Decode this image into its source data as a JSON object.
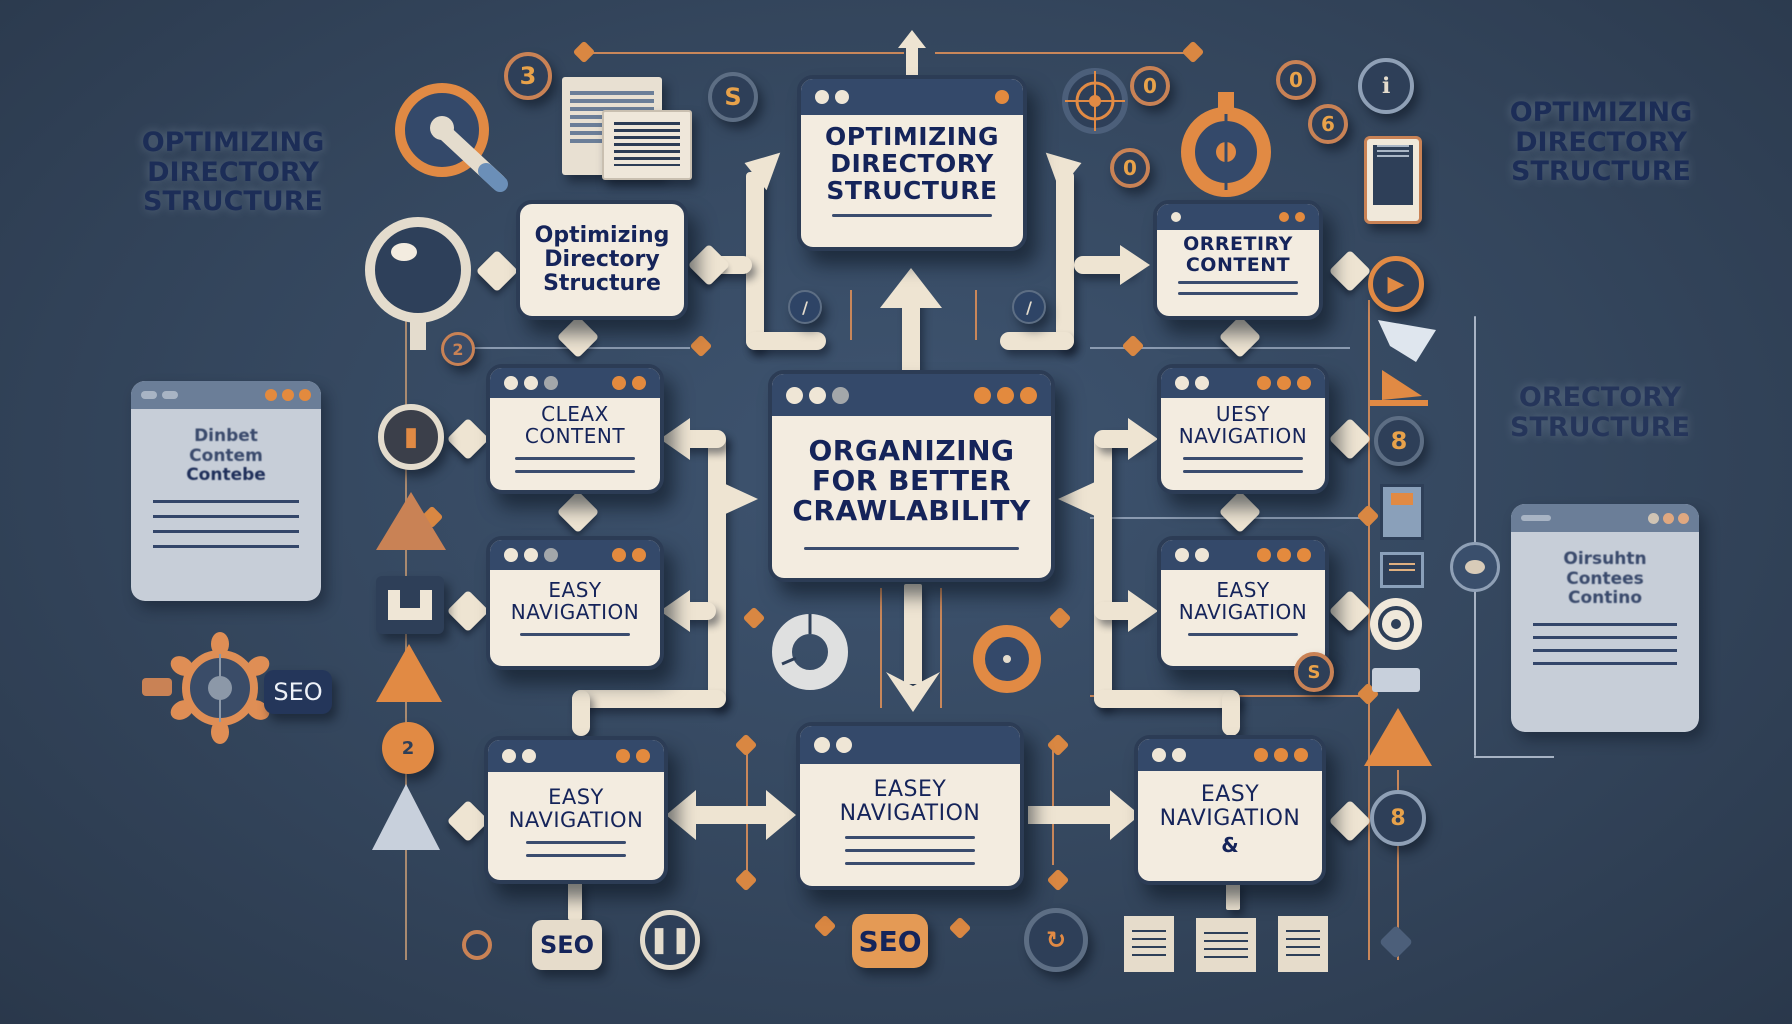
{
  "diagram": {
    "title": "Optimizing Directory Structure",
    "center_node": {
      "label": "Organizing for Better Crawlability"
    },
    "nodes": [
      {
        "id": "top-center",
        "label": "Optimizing Directory Structure"
      },
      {
        "id": "top-left",
        "label": "Optimizing Directory Structure"
      },
      {
        "id": "top-right",
        "label": "Orretiry Content"
      },
      {
        "id": "mid-left-1",
        "label": "Cleax Content"
      },
      {
        "id": "mid-right-1",
        "label": "Uesy Navigation"
      },
      {
        "id": "mid-left-2",
        "label": "Easy Navigation"
      },
      {
        "id": "mid-right-2",
        "label": "Easy Navigation"
      },
      {
        "id": "bottom-left",
        "label": "Easy Navigation"
      },
      {
        "id": "bottom-center",
        "label": "Easey Navigation"
      },
      {
        "id": "bottom-right",
        "label": "Easy Navigation",
        "sublabel": "&"
      }
    ],
    "side_left": {
      "title": "Optimizing Directory Structure",
      "card_text": [
        "Dinbet",
        "Contem",
        "Contebe"
      ],
      "seo_tag": "SEO"
    },
    "side_right": {
      "title": "Optimizing Directory Structure",
      "subtitle": "Orectory Structure",
      "card_text": [
        "Oirsuhtn",
        "Contees",
        "Contino"
      ]
    },
    "badges": {
      "top_left_num": "3",
      "top_s": "S",
      "top_right_nums": [
        "0",
        "0",
        "6",
        "0"
      ],
      "right_num": "8",
      "left_mid_num": "2"
    },
    "bottom_seo_tags": [
      "SEO",
      "SEO"
    ]
  },
  "colors": {
    "background": "#34465d",
    "card": "#f3ece0",
    "card_bar": "#34496a",
    "text": "#15245a",
    "accent_orange": "#e38a3e",
    "connector": "#eee4d2"
  }
}
